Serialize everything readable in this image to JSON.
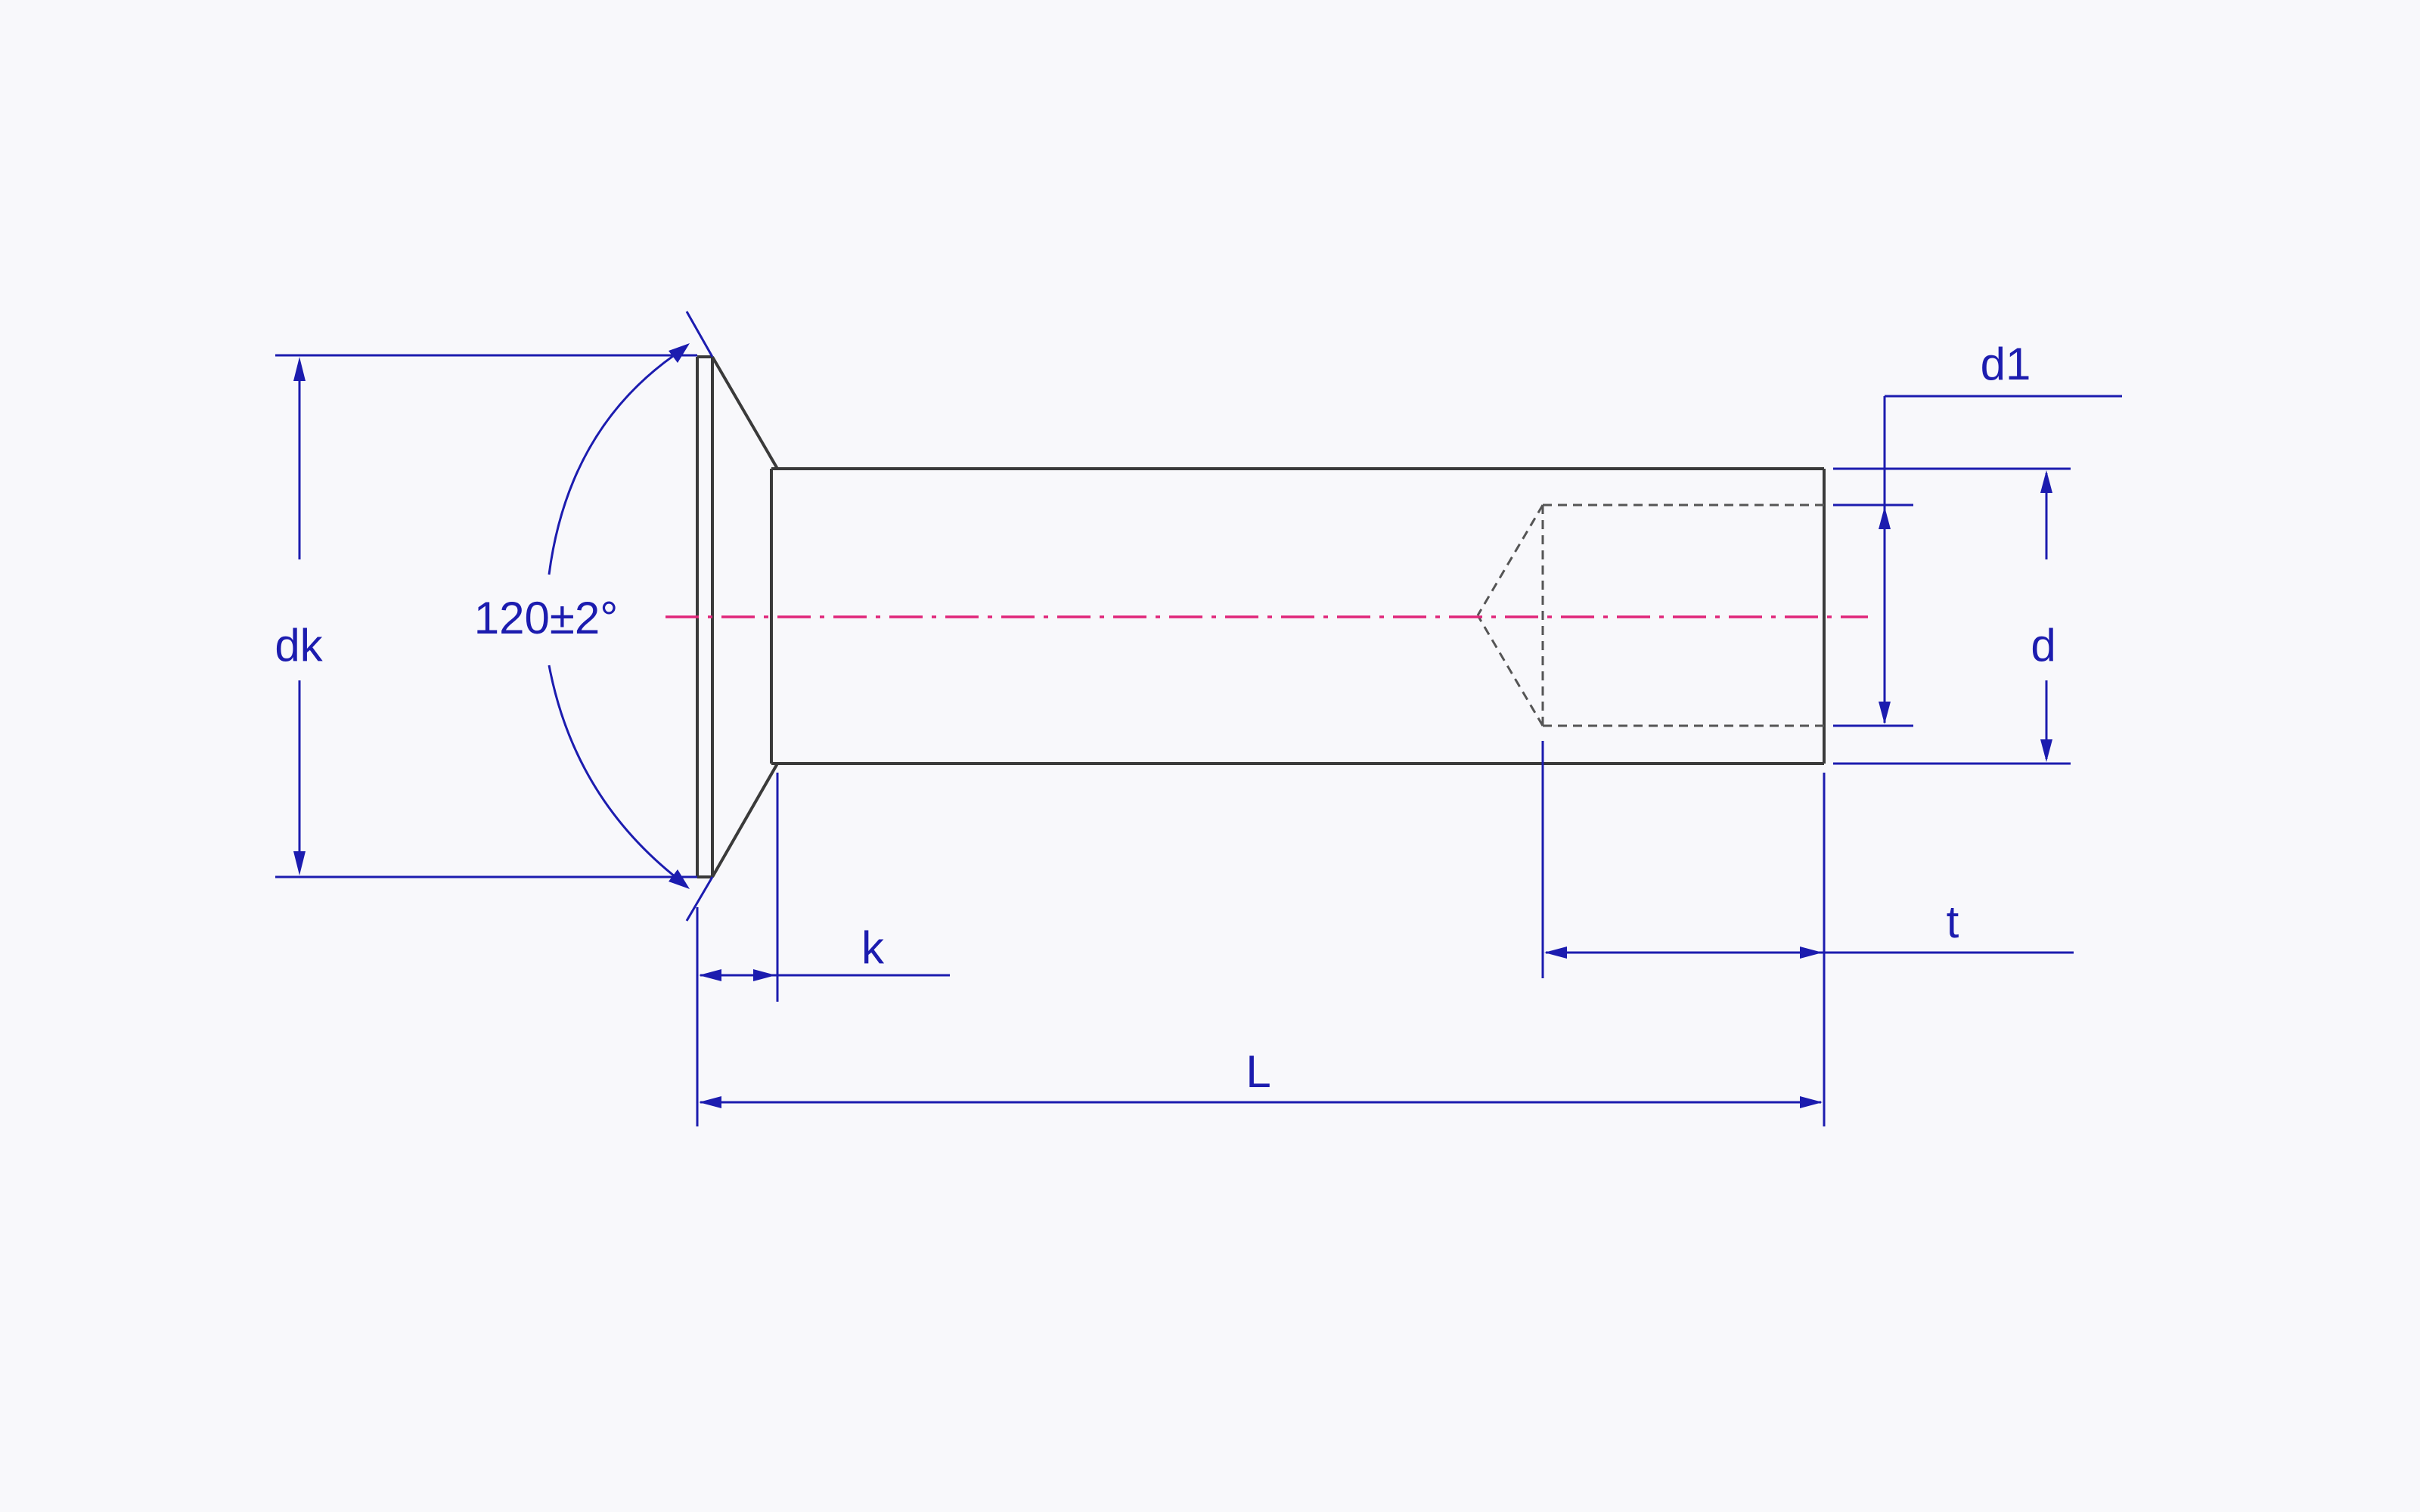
{
  "dimensions": {
    "dk": "dk",
    "angle": "120±2°",
    "k": "k",
    "L": "L",
    "d": "d",
    "d1": "d1",
    "t": "t"
  },
  "colors": {
    "outline": "#3a3a3a",
    "dimension": "#1c1caf",
    "center_line": "#e0267a",
    "background": "#f8f8fb"
  }
}
